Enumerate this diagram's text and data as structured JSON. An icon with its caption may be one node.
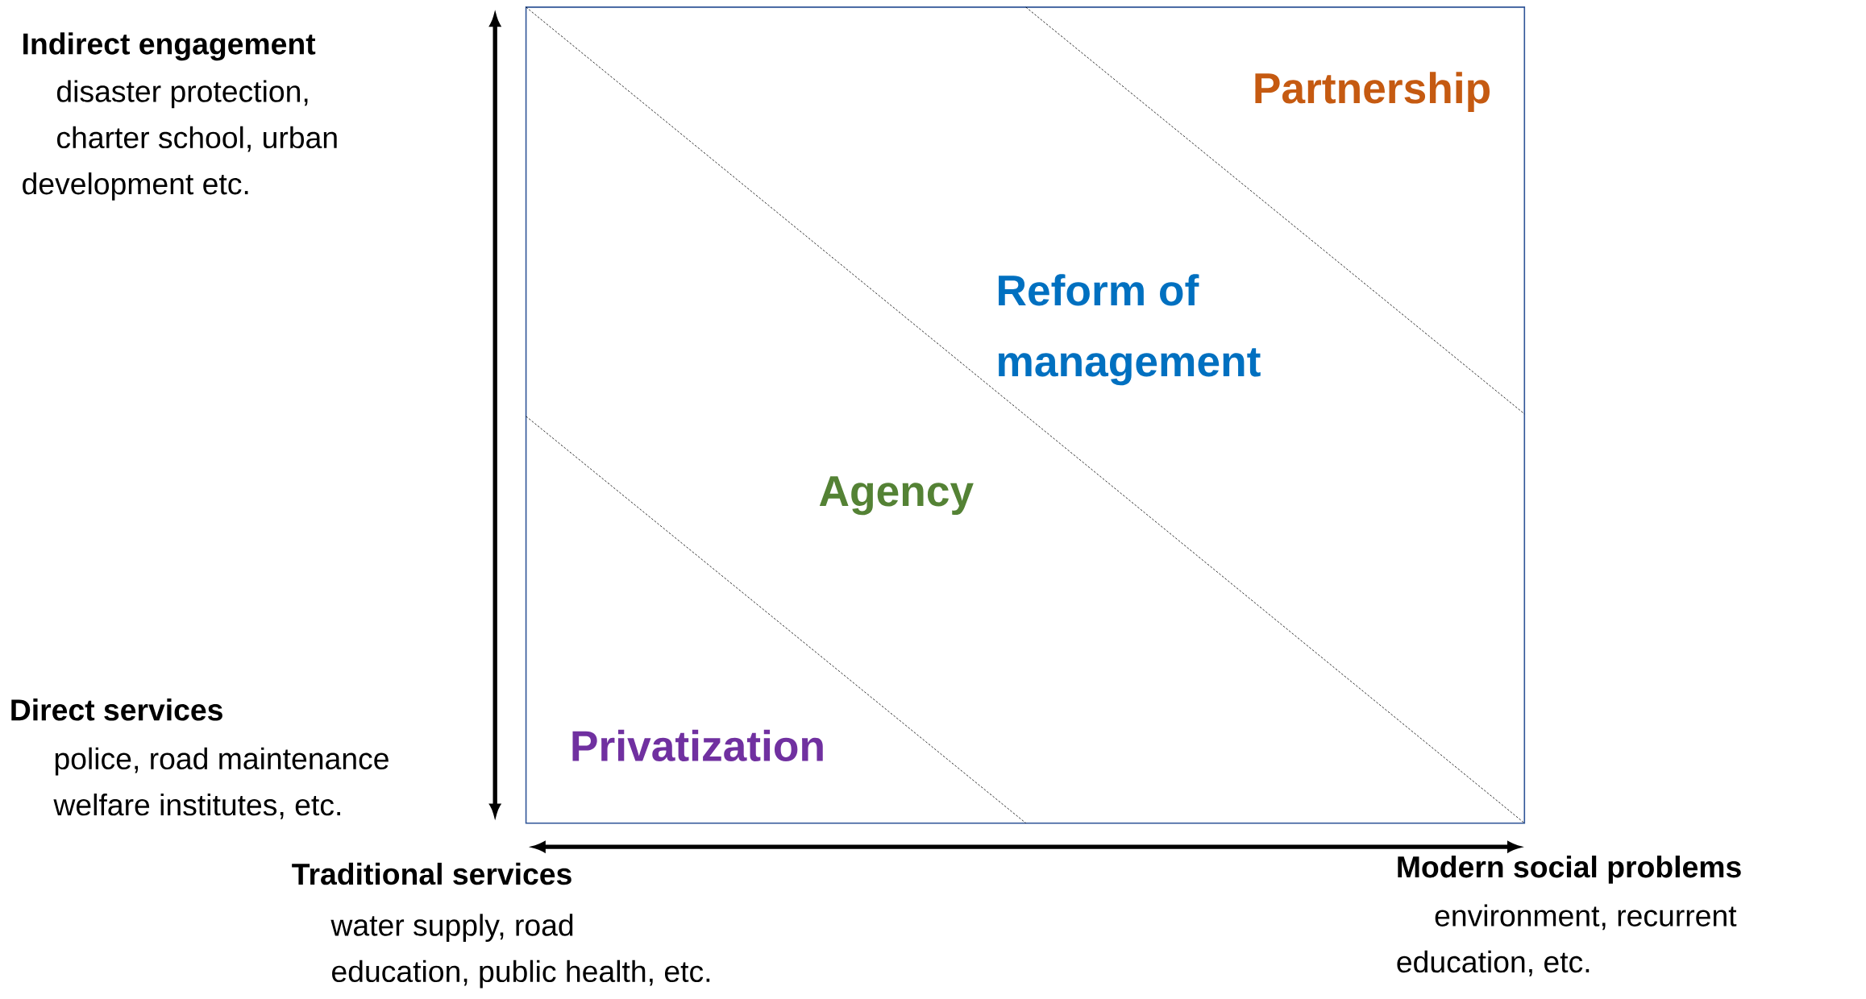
{
  "diagram": {
    "labels": [
      "Indirect engagement",
      "disaster protection, charter school, urban development etc.",
      "Partnership",
      "Reform of management",
      "Agency",
      "Direct services",
      "Privatization",
      "police, road maintenance welfare institutes, etc.",
      "Modern social problems",
      "Traditional services",
      "environment, recurrent education, etc.",
      "water supply, road education, public health, etc."
    ]
  }
}
